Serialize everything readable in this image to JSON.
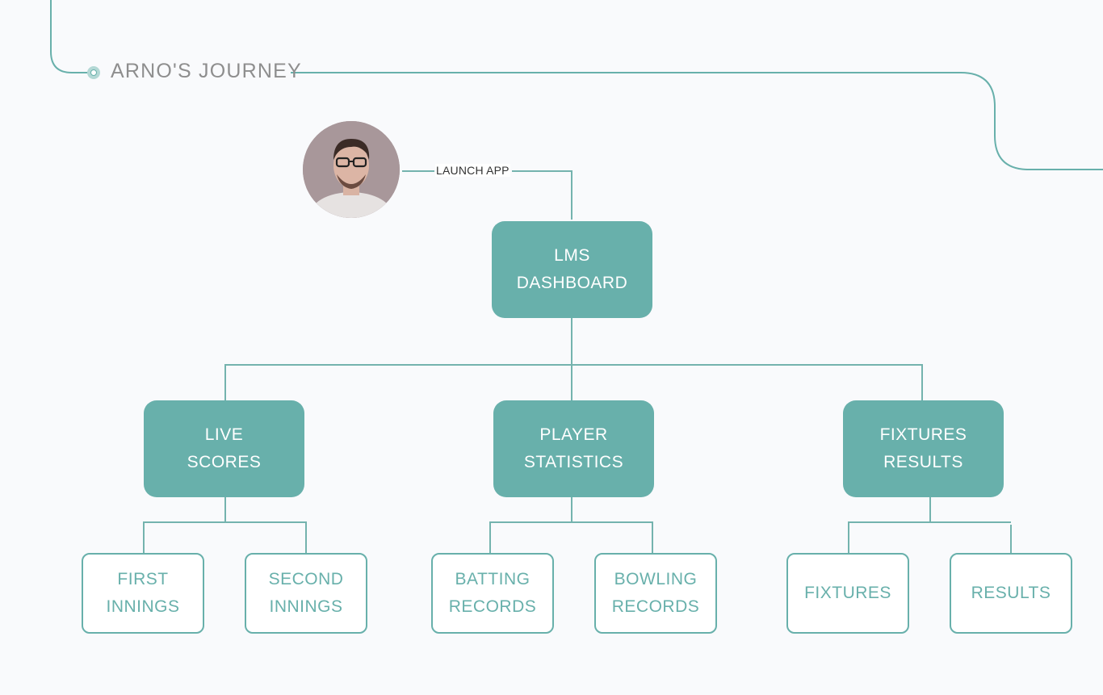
{
  "journey": {
    "title": "ARNO'S JOURNEY",
    "marker_icon": "circle-node-icon"
  },
  "entry": {
    "avatar": "user-avatar-photo",
    "action_label": "LAUNCH APP"
  },
  "colors": {
    "accent": "#68b0ab",
    "background": "#f9fafc",
    "title_text": "#8e8e8e",
    "primary_text": "#ffffff"
  },
  "tree": {
    "root": {
      "lines": [
        "LMS",
        "DASHBOARD"
      ]
    },
    "branches": [
      {
        "lines": [
          "LIVE",
          "SCORES"
        ],
        "children": [
          {
            "lines": [
              "FIRST",
              "INNINGS"
            ]
          },
          {
            "lines": [
              "SECOND",
              "INNINGS"
            ]
          }
        ]
      },
      {
        "lines": [
          "PLAYER",
          "STATISTICS"
        ],
        "children": [
          {
            "lines": [
              "BATTING",
              "RECORDS"
            ]
          },
          {
            "lines": [
              "BOWLING",
              "RECORDS"
            ]
          }
        ]
      },
      {
        "lines": [
          "FIXTURES",
          "RESULTS"
        ],
        "children": [
          {
            "lines": [
              "FIXTURES"
            ]
          },
          {
            "lines": [
              "RESULTS"
            ]
          }
        ]
      }
    ]
  }
}
